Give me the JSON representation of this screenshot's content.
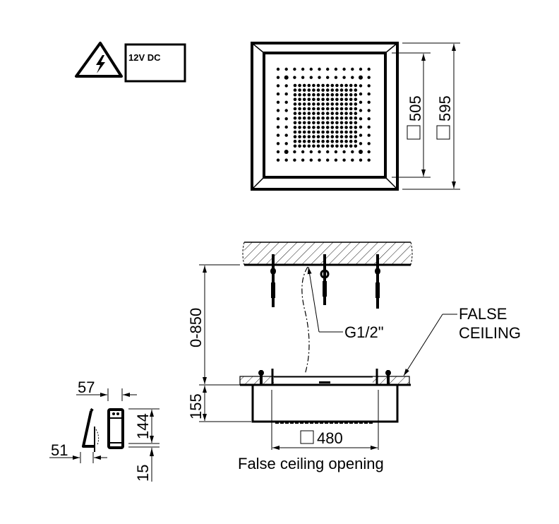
{
  "warning": {
    "icon": "high-voltage-warning-icon",
    "voltage_label": "12V DC"
  },
  "top_view": {
    "inner_size_label": "505",
    "outer_size_label": "595",
    "square_symbol": "□",
    "nozzle_grid": {
      "outer_ring_rows": 12,
      "outer_ring_cols": 12,
      "inner_block_rows": 14,
      "inner_block_cols": 14
    }
  },
  "side_view": {
    "suspension_range_label": "0-850",
    "body_height_label": "155",
    "connection_label": "G1/2\"",
    "false_ceiling_label_line1": "FALSE",
    "false_ceiling_label_line2": "CEILING",
    "opening_size_label": "480",
    "opening_caption": "False ceiling opening"
  },
  "detail_view": {
    "width_top_label": "57",
    "width_bottom_label": "51",
    "height_label": "144",
    "base_label": "15"
  }
}
